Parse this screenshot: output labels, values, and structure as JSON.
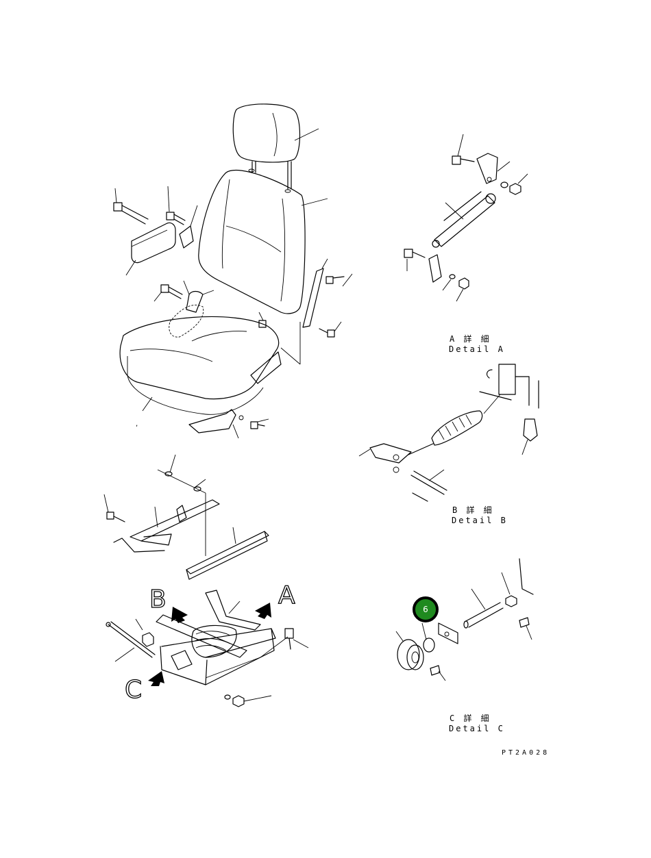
{
  "diagram": {
    "drawing_code": "PT2A028"
  },
  "details": {
    "a": {
      "jp": "A 詳 細",
      "en": "Detail A"
    },
    "b": {
      "jp": "B 詳 細",
      "en": "Detail B"
    },
    "c": {
      "jp": "C 詳 細",
      "en": "Detail C"
    }
  },
  "view_letters": {
    "a": "A",
    "b": "B",
    "c": "C"
  },
  "callouts": [
    {
      "number": "6",
      "color": "#1f8a1f"
    }
  ]
}
